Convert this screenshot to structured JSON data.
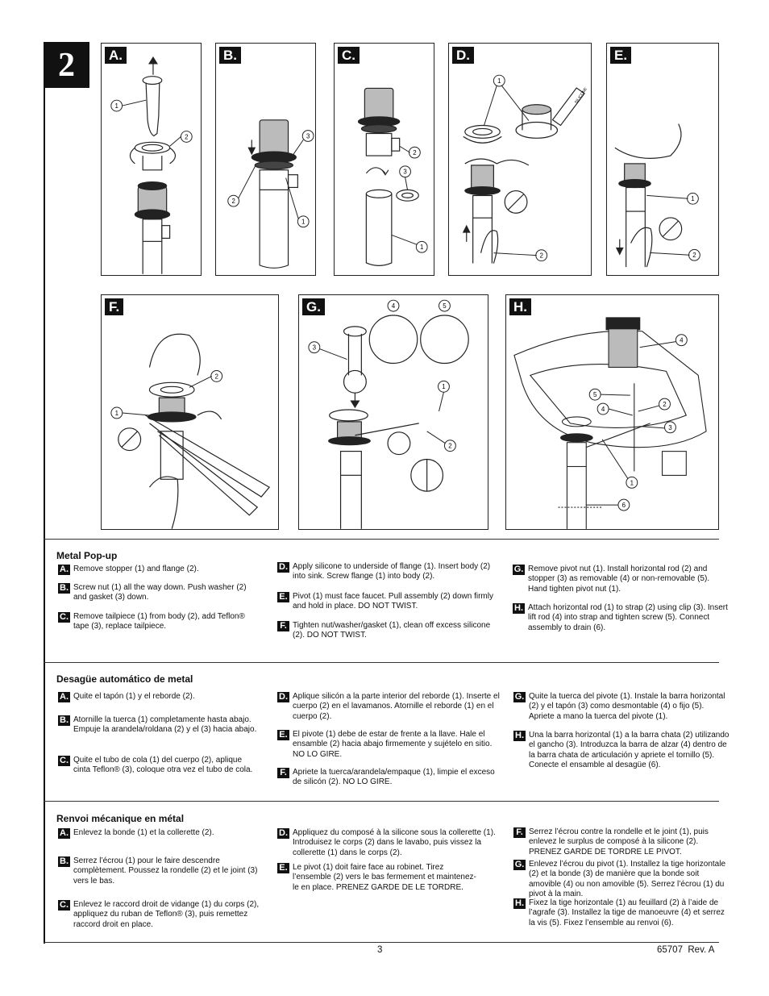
{
  "step_number": "2",
  "panels": {
    "A": {
      "label": "A.",
      "callouts": [
        "1",
        "2"
      ]
    },
    "B": {
      "label": "B.",
      "callouts": [
        "1",
        "2",
        "3"
      ]
    },
    "C": {
      "label": "C.",
      "callouts": [
        "1",
        "2",
        "3"
      ]
    },
    "D": {
      "label": "D.",
      "callouts": [
        "1",
        "2"
      ],
      "tube_text": "SILICONE"
    },
    "E": {
      "label": "E.",
      "callouts": [
        "1",
        "2"
      ]
    },
    "F": {
      "label": "F.",
      "callouts": [
        "1",
        "2"
      ]
    },
    "G": {
      "label": "G.",
      "callouts": [
        "1",
        "2",
        "3",
        "4",
        "5"
      ]
    },
    "H": {
      "label": "H.",
      "callouts": [
        "1",
        "2",
        "3",
        "4",
        "4",
        "5",
        "6"
      ]
    }
  },
  "sections": [
    {
      "title": "Metal Pop-up",
      "items": [
        {
          "k": "A.",
          "text": "Remove stopper (1) and flange (2)."
        },
        {
          "k": "B.",
          "text": "Screw nut (1) all the way down. Push washer (2) and gasket (3) down."
        },
        {
          "k": "C.",
          "text": "Remove tailpiece (1) from body (2), add Teflon® tape (3), replace tailpiece."
        },
        {
          "k": "D.",
          "text": "Apply silicone to underside of flange (1). Insert body (2) into sink. Screw flange (1) into body (2)."
        },
        {
          "k": "E.",
          "text": "Pivot (1) must face faucet. Pull assembly (2) down firmly and hold in place. DO NOT TWIST."
        },
        {
          "k": "F.",
          "text": "Tighten nut/washer/gasket (1), clean off excess silicone (2). DO NOT TWIST."
        },
        {
          "k": "G.",
          "text": "Remove pivot nut (1). Install horizontal rod (2) and stopper (3) as removable (4) or non-removable (5). Hand tighten pivot nut (1)."
        },
        {
          "k": "H.",
          "text": "Attach horizontal rod (1) to strap (2) using clip (3). Insert lift rod (4) into strap and tighten screw (5). Connect assembly to drain (6)."
        }
      ]
    },
    {
      "title": "Desagüe automático de metal",
      "items": [
        {
          "k": "A.",
          "text": "Quite el tapón (1) y el reborde (2)."
        },
        {
          "k": "B.",
          "text": "Atornille la tuerca (1) completamente hasta abajo. Empuje la arandela/roldana (2) y el (3) hacia abajo."
        },
        {
          "k": "C.",
          "text": "Quite el tubo de cola (1) del cuerpo (2), aplique cinta Teflon® (3), coloque otra vez el tubo de cola."
        },
        {
          "k": "D.",
          "text": "Aplique silicón a la parte interior del reborde (1). Inserte el cuerpo (2) en el lavamanos. Atornille el reborde (1) en el cuerpo (2)."
        },
        {
          "k": "E.",
          "text": "El pivote (1) debe de estar de frente a la llave. Hale el ensamble (2) hacia abajo firmemente y sujételo en sitio. NO LO GIRE."
        },
        {
          "k": "F.",
          "text": "Apriete la tuerca/arandela/empaque (1), limpie el exceso de silicón (2). NO LO GIRE."
        },
        {
          "k": "G.",
          "text": "Quite la tuerca del pivote (1). Instale la barra horizontal (2) y el tapón (3) como desmontable (4) o fijo (5). Apriete a mano la tuerca del pivote (1)."
        },
        {
          "k": "H.",
          "text": "Una la barra horizontal (1) a la barra chata (2) utilizando el gancho (3). Introduzca la barra de alzar (4) dentro de la barra chata de articulación y apriete el tornillo (5). Conecte el ensamble al desagüe (6)."
        }
      ]
    },
    {
      "title": "Renvoi mécanique en métal",
      "items": [
        {
          "k": "A.",
          "text": "Enlevez la bonde (1) et la collerette (2)."
        },
        {
          "k": "B.",
          "text": "Serrez l’écrou (1) pour le faire descendre complètement. Poussez la rondelle (2) et le joint (3) vers le bas."
        },
        {
          "k": "C.",
          "text": "Enlevez le raccord droit de vidange (1) du corps (2), appliquez du ruban de Teflon® (3), puis remettez raccord droit en place."
        },
        {
          "k": "D.",
          "text": "Appliquez du composé à la silicone sous la collerette (1). Introduisez le corps (2) dans le lavabo, puis vissez la collerette (1) dans le corps (2)."
        },
        {
          "k": "E.",
          "text": "Le pivot (1) doit faire face au robinet. Tirez l’ensemble (2) vers le bas fermement et maintenez-le en place. PRENEZ GARDE DE LE TORDRE."
        },
        {
          "k": "F.",
          "text": "Serrez l’écrou contre la rondelle et le joint (1), puis enlevez le surplus de composé à la silicone (2). PRENEZ GARDE DE TORDRE LE PIVOT."
        },
        {
          "k": "G.",
          "text": "Enlevez l’écrou du pivot (1). Installez la tige horizontale (2) et la bonde (3) de manière que la bonde soit amovible (4) ou non amovible (5). Serrez l’écrou (1) du pivot à la main."
        },
        {
          "k": "H.",
          "text": "Fixez la tige horizontale (1) au feuillard (2) à l’aide de l’agrafe (3). Installez la tige de manoeuvre (4) et serrez la vis (5). Fixez l’ensemble au renvoi (6)."
        }
      ]
    }
  ],
  "footer": {
    "page": "3",
    "doc": "65707  Rev. A"
  }
}
